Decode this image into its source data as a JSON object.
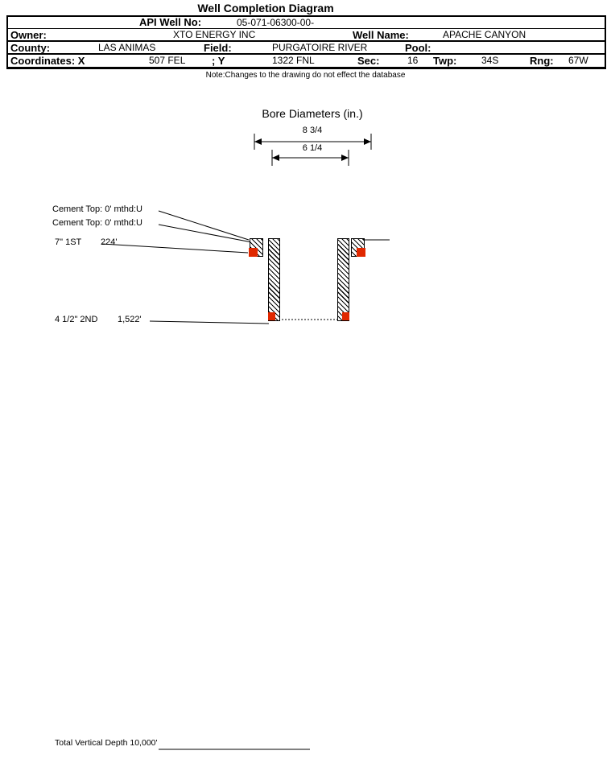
{
  "title": "Well Completion Diagram",
  "header": {
    "api_label": "API Well No:",
    "api_value": "05-071-06300-00-",
    "owner_label": "Owner:",
    "owner_value": "XTO ENERGY INC",
    "well_name_label": "Well Name:",
    "well_name_value": "APACHE CANYON",
    "county_label": "County:",
    "county_value": "LAS ANIMAS",
    "field_label": "Field:",
    "field_value": "PURGATOIRE RIVER",
    "pool_label": "Pool:",
    "pool_value": "",
    "coords_label": "Coordinates: X",
    "coords_x_value": "507 FEL",
    "coords_y_label": "; Y",
    "coords_y_value": "1322 FNL",
    "sec_label": "Sec:",
    "sec_value": "16",
    "twp_label": "Twp:",
    "twp_value": "34S",
    "rng_label": "Rng:",
    "rng_value": "67W"
  },
  "note": "Note:Changes to the drawing do not effect the database",
  "bore": {
    "title": "Bore Diameters (in.)",
    "outer_diameter": "8 3/4",
    "inner_diameter": "6 1/4"
  },
  "annotations": {
    "cement_top_1": "Cement Top: 0' mthd:U",
    "cement_top_2": "Cement Top: 0' mthd:U",
    "casing1_label": "7\" 1ST",
    "casing1_depth": "224'",
    "casing2_label": "4 1/2\" 2ND",
    "casing2_depth": "1,522'",
    "tvd": "Total Vertical Depth 10,000'"
  },
  "colors": {
    "cement": "#e02800",
    "line": "#000000"
  }
}
